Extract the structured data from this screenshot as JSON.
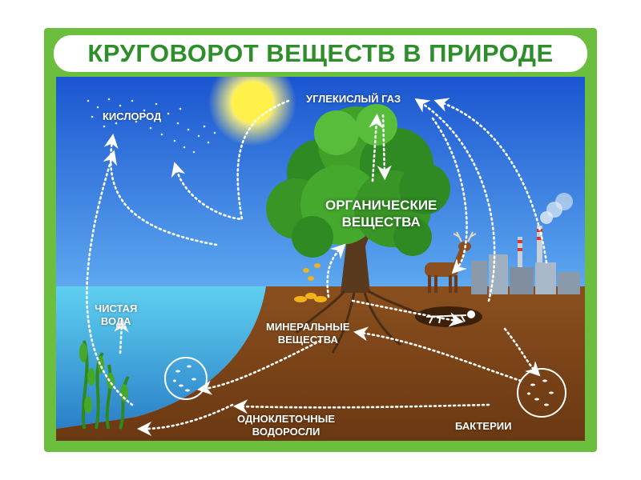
{
  "title": "КРУГОВОРОТ ВЕЩЕСТВ В ПРИРОДЕ",
  "labels": {
    "oxygen": "КИСЛОРОД",
    "co2": "УГЛЕКИСЛЫЙ ГАЗ",
    "organic_1": "ОРГАНИЧЕСКИЕ",
    "organic_2": "ВЕЩЕСТВА",
    "water_1": "ЧИСТАЯ",
    "water_2": "ВОДА",
    "mineral_1": "МИНЕРАЛЬНЫЕ",
    "mineral_2": "ВЕЩЕСТВА",
    "algae_1": "ОДНОКЛЕТОЧНЫЕ",
    "algae_2": "ВОДОРОСЛИ",
    "bacteria": "БАКТЕРИИ"
  },
  "colors": {
    "frame": "#6cbf3e",
    "title": "#2e8f2a",
    "sky_top": "#1f5fd6",
    "sky_bottom": "#bfe7ff",
    "soil": "#7a4418",
    "water": "#4fc4e8",
    "foliage": "#3f9a2a"
  }
}
